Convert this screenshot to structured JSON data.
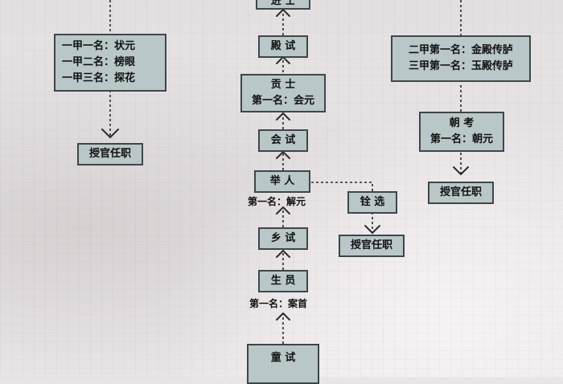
{
  "nodes": {
    "top_cut": "进 士",
    "dianshi": "殿 试",
    "gongshi": {
      "line1": "贡 士",
      "line2": "第一名：会元"
    },
    "huishi": "会 试",
    "juren": "举 人",
    "juren_first": "第一名：解元",
    "quanxuan": "铨 选",
    "quanxuan_official": "授官任职",
    "xiangshi": "乡 试",
    "shengyuan": "生 员",
    "shengyuan_first": "第一名：案首",
    "tongshi": "童 试",
    "yijia": {
      "line1": "一甲一名：状元",
      "line2": "一甲二名：榜眼",
      "line3": "一甲三名：探花"
    },
    "yijia_official": "授官任职",
    "erjia": {
      "line1": "二甲第一名：金殿传胪",
      "line2": "三甲第一名：玉殿传胪"
    },
    "chaokao": {
      "line1": "朝 考",
      "line2": "第一名：朝元"
    },
    "chaokao_official": "授官任职"
  },
  "colors": {
    "box_fill": "#b9c7c8",
    "box_border": "#3e4648",
    "line": "#2c2c2c"
  }
}
